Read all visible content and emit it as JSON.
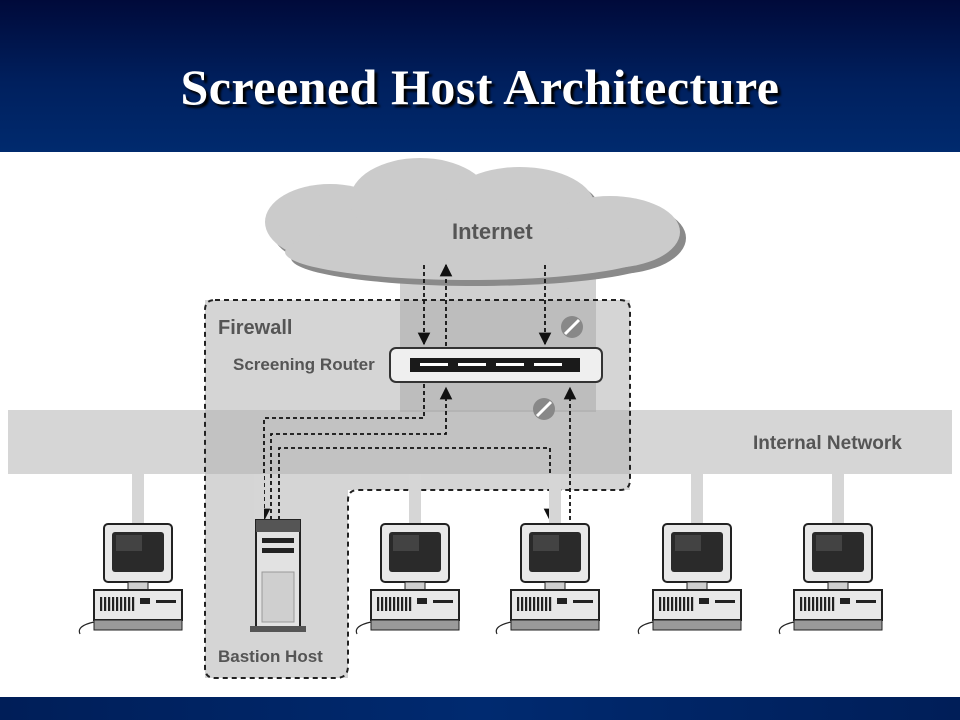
{
  "slide": {
    "title": "Screened Host Architecture"
  },
  "diagram": {
    "internet_label": "Internet",
    "firewall_label": "Firewall",
    "router_label": "Screening Router",
    "network_label": "Internal Network",
    "bastion_label": "Bastion Host"
  },
  "colors": {
    "header_bg": "#00205e",
    "title_text": "#ffffff",
    "footer_bg": "#002a70",
    "network_gray": "#d3d3d3",
    "firewall_gray": "#bdbdbd",
    "label_gray": "#555555"
  }
}
